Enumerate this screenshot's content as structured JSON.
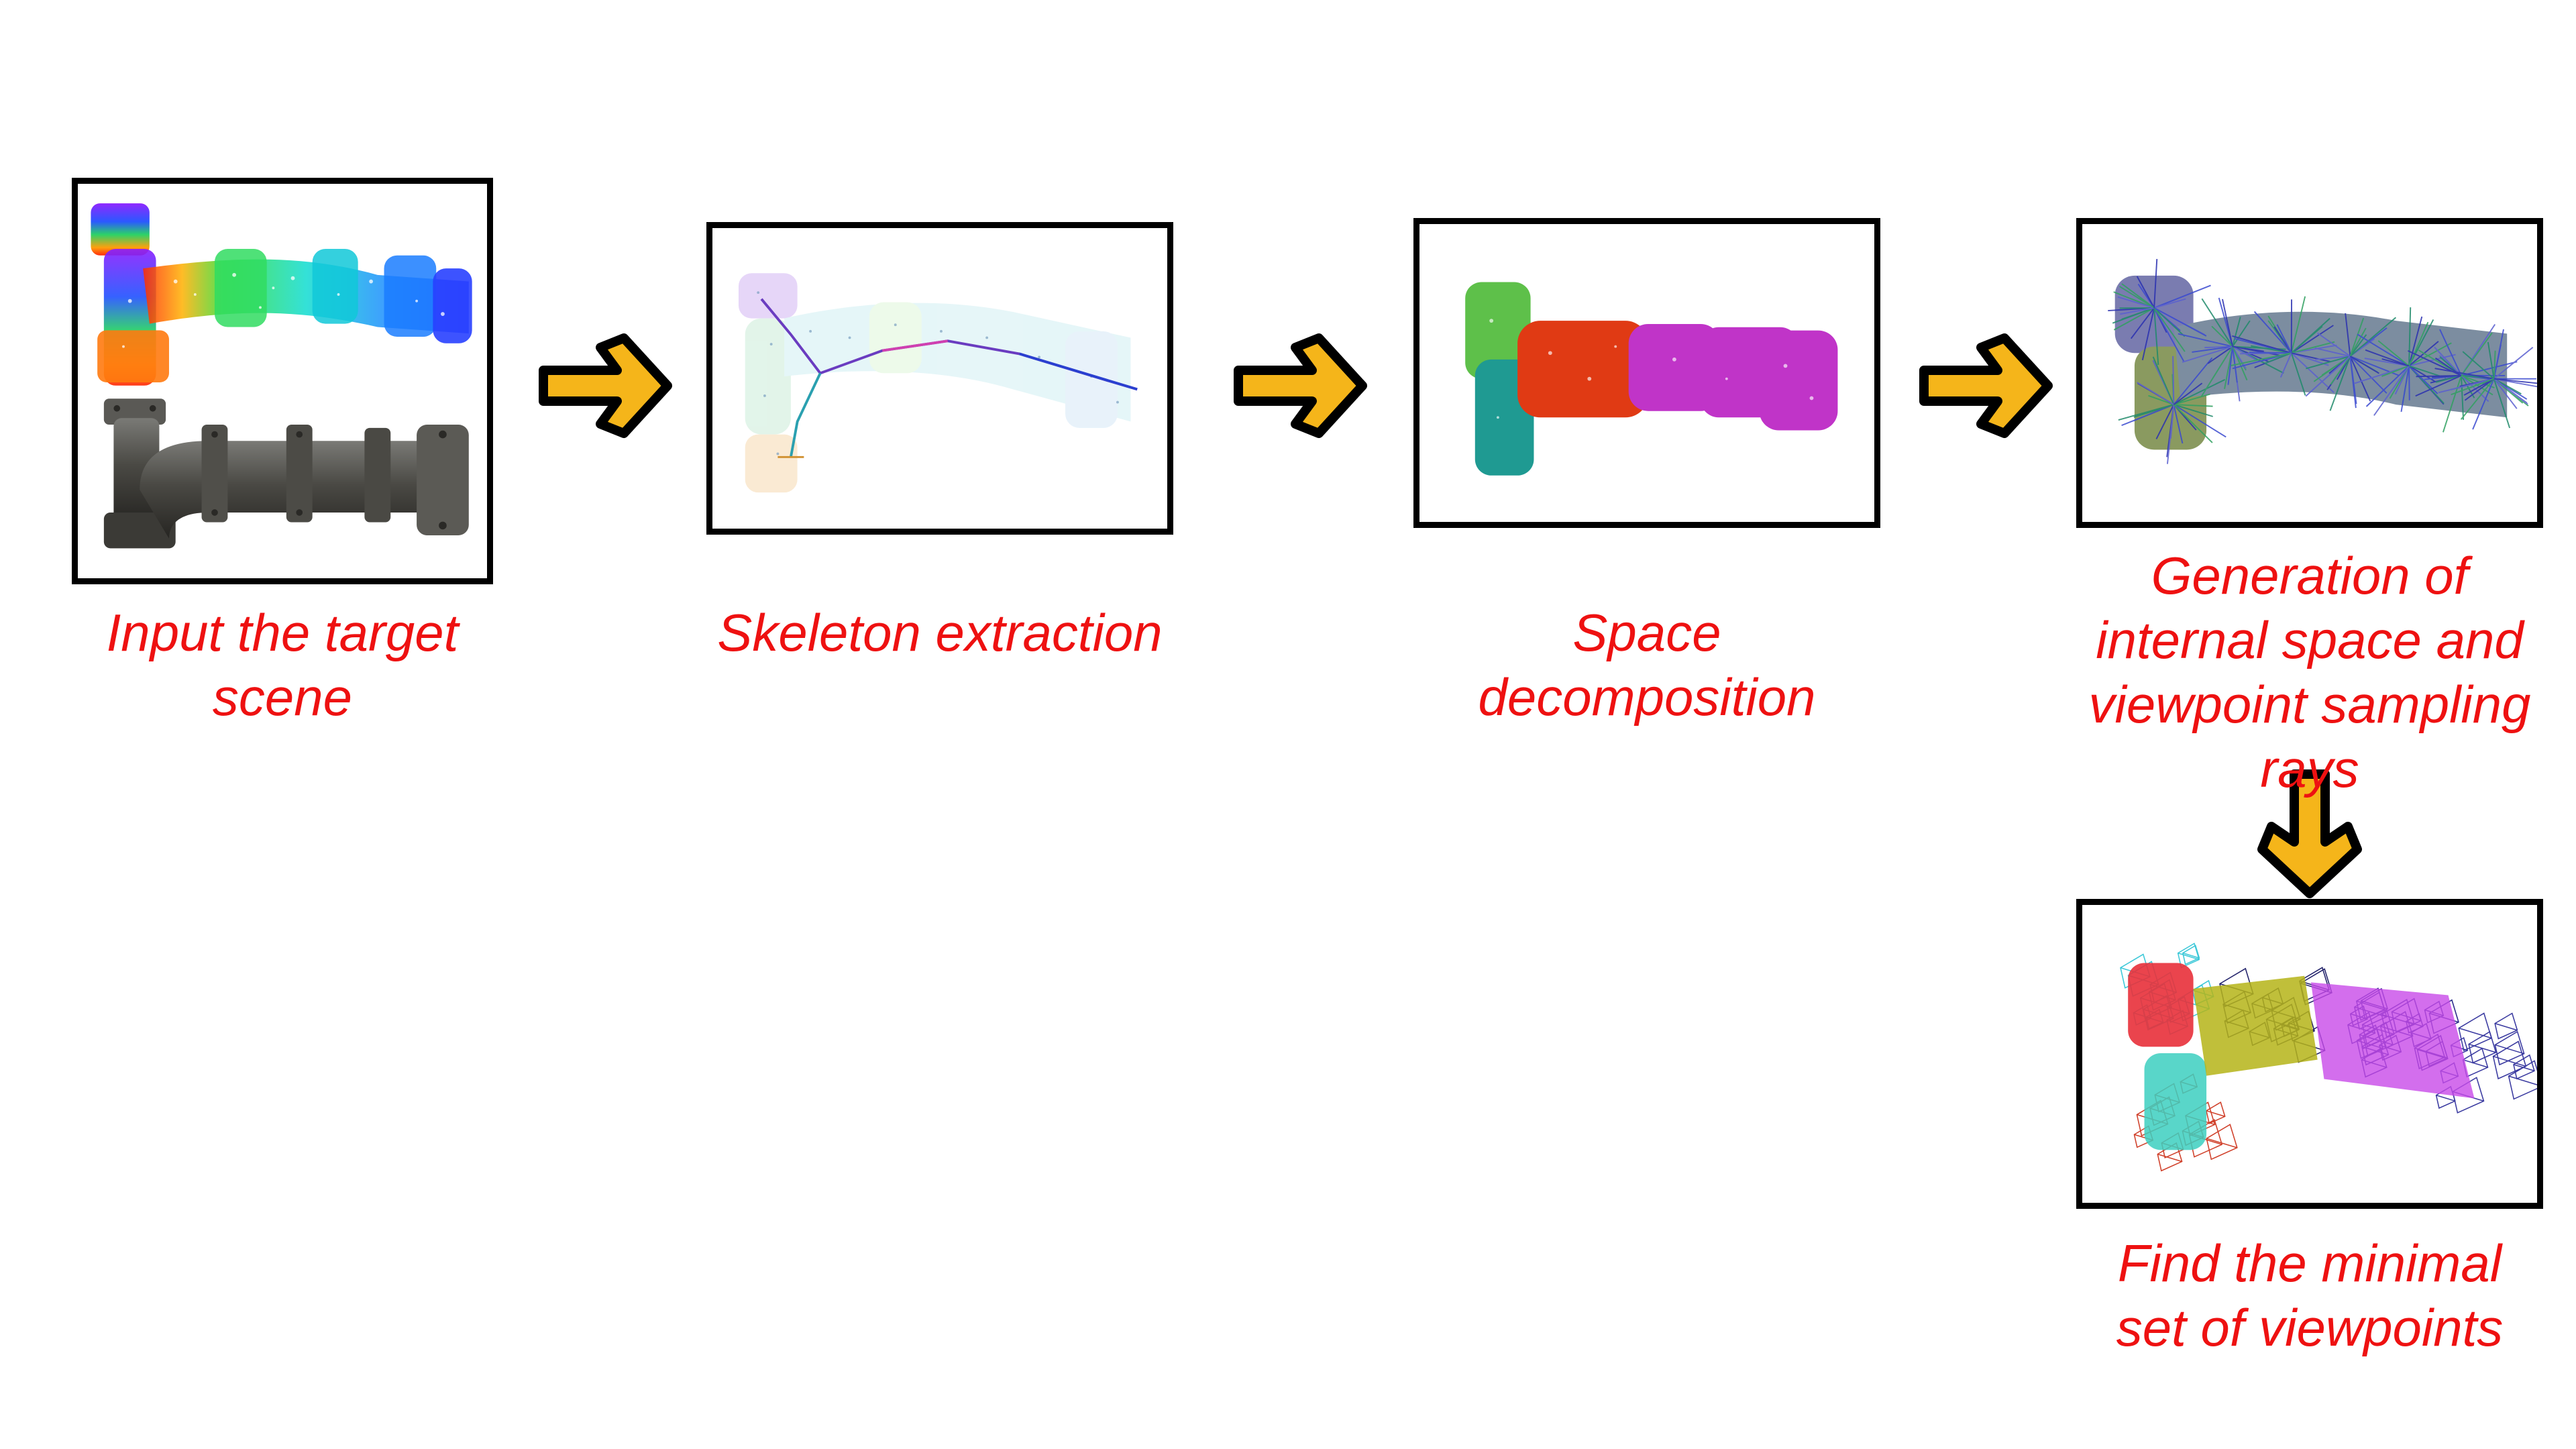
{
  "steps": [
    {
      "id": "input",
      "caption": "Input the target\nscene",
      "thumbnail": "rainbow-point-cloud-and-pipe-render"
    },
    {
      "id": "skeleton",
      "caption": "Skeleton extraction",
      "thumbnail": "point-cloud-skeleton"
    },
    {
      "id": "space",
      "caption": "Space\ndecomposition",
      "thumbnail": "colored-segments"
    },
    {
      "id": "generation",
      "caption": "Generation of\ninternal space and\nviewpoint sampling\nrays",
      "thumbnail": "sampling-rays"
    },
    {
      "id": "minimal",
      "caption": "Find the minimal\nset of viewpoints",
      "thumbnail": "viewpoint-frustums"
    }
  ],
  "colors": {
    "caption": "#ee1111",
    "arrow_fill": "#f5b51a",
    "arrow_outline": "#000000",
    "panel_border": "#000000"
  },
  "arrows": [
    "arrow-right",
    "arrow-right",
    "arrow-right",
    "arrow-down"
  ]
}
